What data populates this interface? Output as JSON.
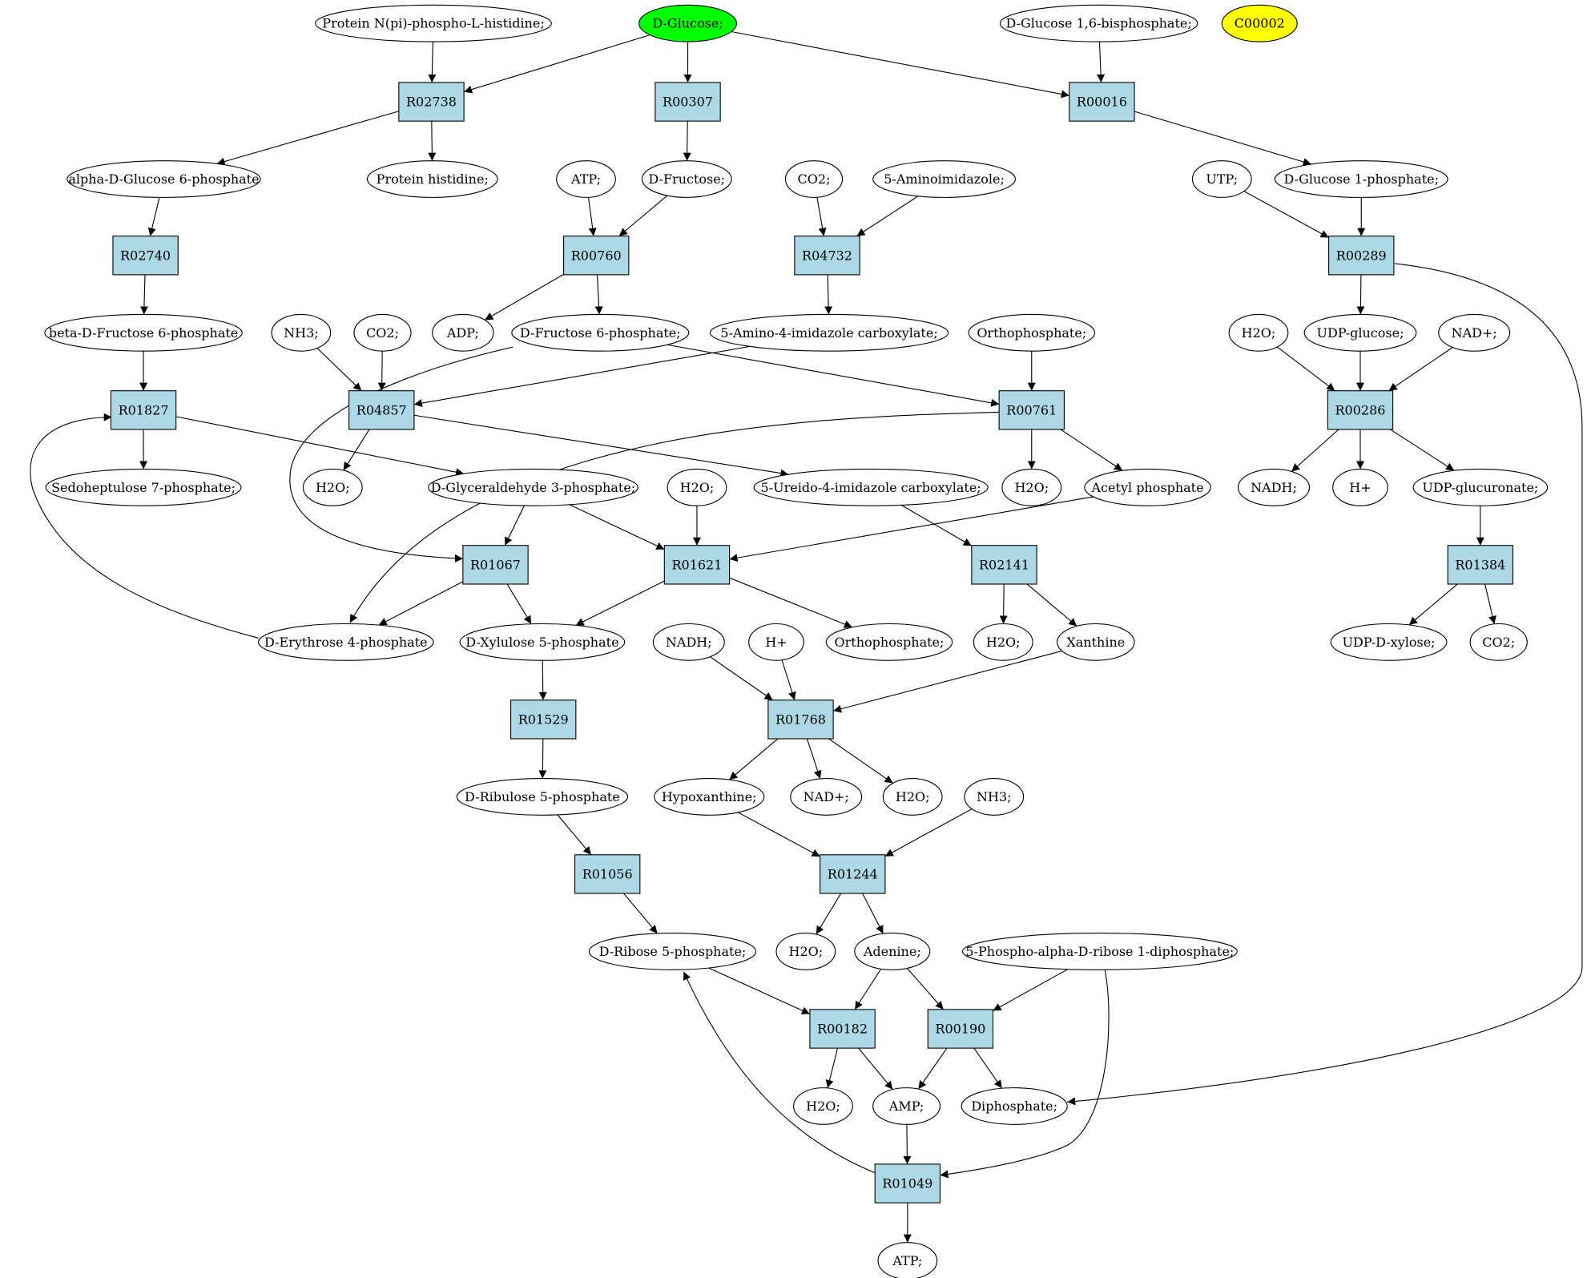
{
  "colors": {
    "compound_fill": "#ffffff",
    "reaction_fill": "#add8e6",
    "start_fill": "#00ff00",
    "highlight_fill": "#ffff00",
    "line": "#000000"
  },
  "nodes": [
    {
      "id": "c_prot_np",
      "shape": "ellipse",
      "label": "Protein N(pi)-phospho-L-histidine;"
    },
    {
      "id": "c_glucose",
      "shape": "ellipse",
      "label": "D-Glucose;",
      "style": "start"
    },
    {
      "id": "c_g16bp",
      "shape": "ellipse",
      "label": "D-Glucose 1,6-bisphosphate;"
    },
    {
      "id": "c_c00002",
      "shape": "ellipse",
      "label": "C00002",
      "style": "highlight"
    },
    {
      "id": "r_R02738",
      "shape": "rect",
      "label": "R02738"
    },
    {
      "id": "r_R00307",
      "shape": "rect",
      "label": "R00307"
    },
    {
      "id": "r_R00016",
      "shape": "rect",
      "label": "R00016"
    },
    {
      "id": "c_ag6p",
      "shape": "ellipse",
      "label": "alpha-D-Glucose 6-phosphate"
    },
    {
      "id": "c_prot_his",
      "shape": "ellipse",
      "label": "Protein histidine;"
    },
    {
      "id": "c_atp1",
      "shape": "ellipse",
      "label": "ATP;"
    },
    {
      "id": "c_fructose",
      "shape": "ellipse",
      "label": "D-Fructose;"
    },
    {
      "id": "c_co2_1",
      "shape": "ellipse",
      "label": "CO2;"
    },
    {
      "id": "c_5ai",
      "shape": "ellipse",
      "label": "5-Aminoimidazole;"
    },
    {
      "id": "c_utp",
      "shape": "ellipse",
      "label": "UTP;"
    },
    {
      "id": "c_g1p",
      "shape": "ellipse",
      "label": "D-Glucose 1-phosphate;"
    },
    {
      "id": "r_R02740",
      "shape": "rect",
      "label": "R02740"
    },
    {
      "id": "r_R00760",
      "shape": "rect",
      "label": "R00760"
    },
    {
      "id": "r_R04732",
      "shape": "rect",
      "label": "R04732"
    },
    {
      "id": "r_R00289",
      "shape": "rect",
      "label": "R00289"
    },
    {
      "id": "c_bf6p",
      "shape": "ellipse",
      "label": "beta-D-Fructose 6-phosphate"
    },
    {
      "id": "c_nh3_1",
      "shape": "ellipse",
      "label": "NH3;"
    },
    {
      "id": "c_co2_2",
      "shape": "ellipse",
      "label": "CO2;"
    },
    {
      "id": "c_adp",
      "shape": "ellipse",
      "label": "ADP;"
    },
    {
      "id": "c_f6p",
      "shape": "ellipse",
      "label": "D-Fructose 6-phosphate;"
    },
    {
      "id": "c_5a4ic",
      "shape": "ellipse",
      "label": "5-Amino-4-imidazole carboxylate;"
    },
    {
      "id": "c_pi1",
      "shape": "ellipse",
      "label": "Orthophosphate;"
    },
    {
      "id": "c_h2o_a",
      "shape": "ellipse",
      "label": "H2O;"
    },
    {
      "id": "c_udpglc",
      "shape": "ellipse",
      "label": "UDP-glucose;"
    },
    {
      "id": "c_nadp1",
      "shape": "ellipse",
      "label": "NAD+;"
    },
    {
      "id": "r_R01827",
      "shape": "rect",
      "label": "R01827"
    },
    {
      "id": "r_R04857",
      "shape": "rect",
      "label": "R04857"
    },
    {
      "id": "r_R00761",
      "shape": "rect",
      "label": "R00761"
    },
    {
      "id": "r_R00286",
      "shape": "rect",
      "label": "R00286"
    },
    {
      "id": "c_s7p",
      "shape": "ellipse",
      "label": "Sedoheptulose 7-phosphate;"
    },
    {
      "id": "c_h2o_b",
      "shape": "ellipse",
      "label": "H2O;"
    },
    {
      "id": "c_g3p",
      "shape": "ellipse",
      "label": "D-Glyceraldehyde 3-phosphate;"
    },
    {
      "id": "c_h2o_c",
      "shape": "ellipse",
      "label": "H2O;"
    },
    {
      "id": "c_5u4ic",
      "shape": "ellipse",
      "label": "5-Ureido-4-imidazole carboxylate;"
    },
    {
      "id": "c_h2o_d",
      "shape": "ellipse",
      "label": "H2O;"
    },
    {
      "id": "c_acp",
      "shape": "ellipse",
      "label": "Acetyl phosphate"
    },
    {
      "id": "c_nadh1",
      "shape": "ellipse",
      "label": "NADH;"
    },
    {
      "id": "c_hplus1",
      "shape": "ellipse",
      "label": "H+"
    },
    {
      "id": "c_udpgla",
      "shape": "ellipse",
      "label": "UDP-glucuronate;"
    },
    {
      "id": "r_R01067",
      "shape": "rect",
      "label": "R01067"
    },
    {
      "id": "r_R01621",
      "shape": "rect",
      "label": "R01621"
    },
    {
      "id": "r_R02141",
      "shape": "rect",
      "label": "R02141"
    },
    {
      "id": "r_R01384",
      "shape": "rect",
      "label": "R01384"
    },
    {
      "id": "c_e4p",
      "shape": "ellipse",
      "label": "D-Erythrose 4-phosphate"
    },
    {
      "id": "c_x5p",
      "shape": "ellipse",
      "label": "D-Xylulose 5-phosphate"
    },
    {
      "id": "c_nadh2",
      "shape": "ellipse",
      "label": "NADH;"
    },
    {
      "id": "c_hplus2",
      "shape": "ellipse",
      "label": "H+"
    },
    {
      "id": "c_pi2",
      "shape": "ellipse",
      "label": "Orthophosphate;"
    },
    {
      "id": "c_h2o_e",
      "shape": "ellipse",
      "label": "H2O;"
    },
    {
      "id": "c_xanthine",
      "shape": "ellipse",
      "label": "Xanthine"
    },
    {
      "id": "c_udpxyl",
      "shape": "ellipse",
      "label": "UDP-D-xylose;"
    },
    {
      "id": "c_co2_3",
      "shape": "ellipse",
      "label": "CO2;"
    },
    {
      "id": "r_R01529",
      "shape": "rect",
      "label": "R01529"
    },
    {
      "id": "r_R01768",
      "shape": "rect",
      "label": "R01768"
    },
    {
      "id": "c_ru5p",
      "shape": "ellipse",
      "label": "D-Ribulose 5-phosphate"
    },
    {
      "id": "c_hypox",
      "shape": "ellipse",
      "label": "Hypoxanthine;"
    },
    {
      "id": "c_nadp2",
      "shape": "ellipse",
      "label": "NAD+;"
    },
    {
      "id": "c_h2o_f",
      "shape": "ellipse",
      "label": "H2O;"
    },
    {
      "id": "c_nh3_2",
      "shape": "ellipse",
      "label": "NH3;"
    },
    {
      "id": "r_R01056",
      "shape": "rect",
      "label": "R01056"
    },
    {
      "id": "r_R01244",
      "shape": "rect",
      "label": "R01244"
    },
    {
      "id": "c_r5p",
      "shape": "ellipse",
      "label": "D-Ribose 5-phosphate;"
    },
    {
      "id": "c_h2o_g",
      "shape": "ellipse",
      "label": "H2O;"
    },
    {
      "id": "c_adenine",
      "shape": "ellipse",
      "label": "Adenine;"
    },
    {
      "id": "c_prpp",
      "shape": "ellipse",
      "label": "5-Phospho-alpha-D-ribose 1-diphosphate;"
    },
    {
      "id": "r_R00182",
      "shape": "rect",
      "label": "R00182"
    },
    {
      "id": "r_R00190",
      "shape": "rect",
      "label": "R00190"
    },
    {
      "id": "c_h2o_h",
      "shape": "ellipse",
      "label": "H2O;"
    },
    {
      "id": "c_amp",
      "shape": "ellipse",
      "label": "AMP;"
    },
    {
      "id": "c_ppi",
      "shape": "ellipse",
      "label": "Diphosphate;"
    },
    {
      "id": "r_R01049",
      "shape": "rect",
      "label": "R01049"
    },
    {
      "id": "c_atp2",
      "shape": "ellipse",
      "label": "ATP;"
    }
  ]
}
